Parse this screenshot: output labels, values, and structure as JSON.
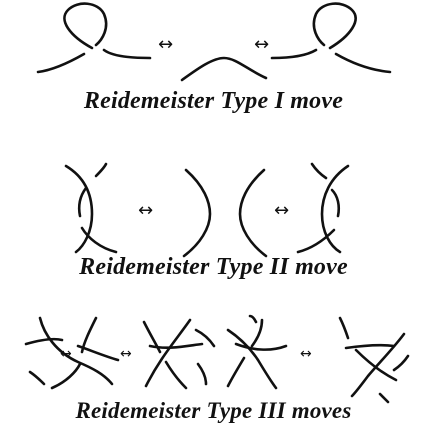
{
  "captions": {
    "type1": "Reidemeister Type I move",
    "type2": "Reidemeister Type II move",
    "type3": "Reidemeister Type III moves"
  },
  "move_symbol": "↔",
  "colors": {
    "stroke": "#111111",
    "background": "#ffffff"
  }
}
